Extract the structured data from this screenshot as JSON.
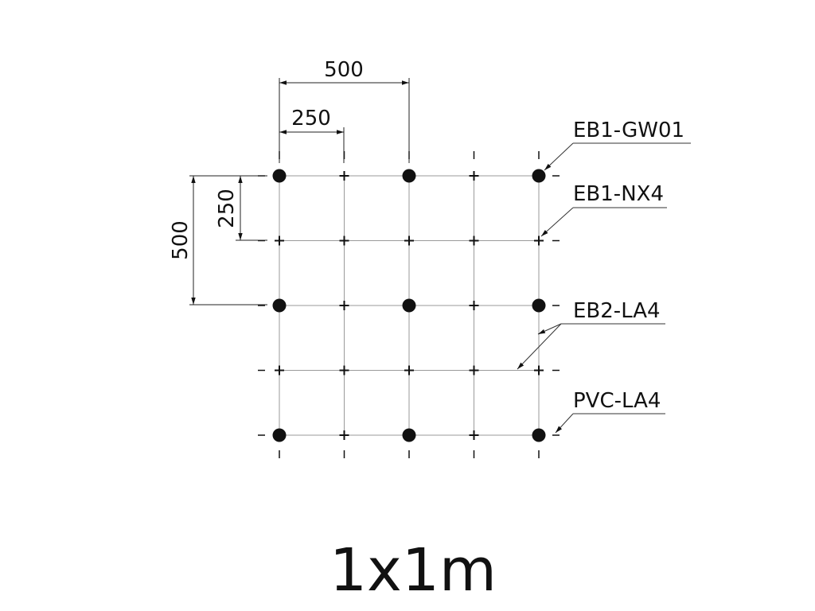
{
  "title": "1x1m",
  "dimensions": {
    "top_outer": "500",
    "top_inner": "250",
    "left_outer": "500",
    "left_inner": "250"
  },
  "grid": {
    "columns": 5,
    "rows": 5,
    "spacing_mm": 250,
    "node_types": [
      [
        "dot",
        "cross",
        "dot",
        "cross",
        "dot"
      ],
      [
        "cross",
        "cross",
        "cross",
        "cross",
        "cross"
      ],
      [
        "dot",
        "cross",
        "dot",
        "cross",
        "dot"
      ],
      [
        "cross",
        "cross",
        "cross",
        "cross",
        "cross"
      ],
      [
        "dot",
        "cross",
        "dot",
        "cross",
        "dot"
      ]
    ]
  },
  "callouts": [
    {
      "id": "eb1-gw01",
      "label": "EB1-GW01"
    },
    {
      "id": "eb1-nx4",
      "label": "EB1-NX4"
    },
    {
      "id": "eb2-la4",
      "label": "EB2-LA4"
    },
    {
      "id": "pvc-la4",
      "label": "PVC-LA4"
    }
  ],
  "colors": {
    "ink": "#111111",
    "grid": "#9a9a9a",
    "background": "#ffffff"
  }
}
